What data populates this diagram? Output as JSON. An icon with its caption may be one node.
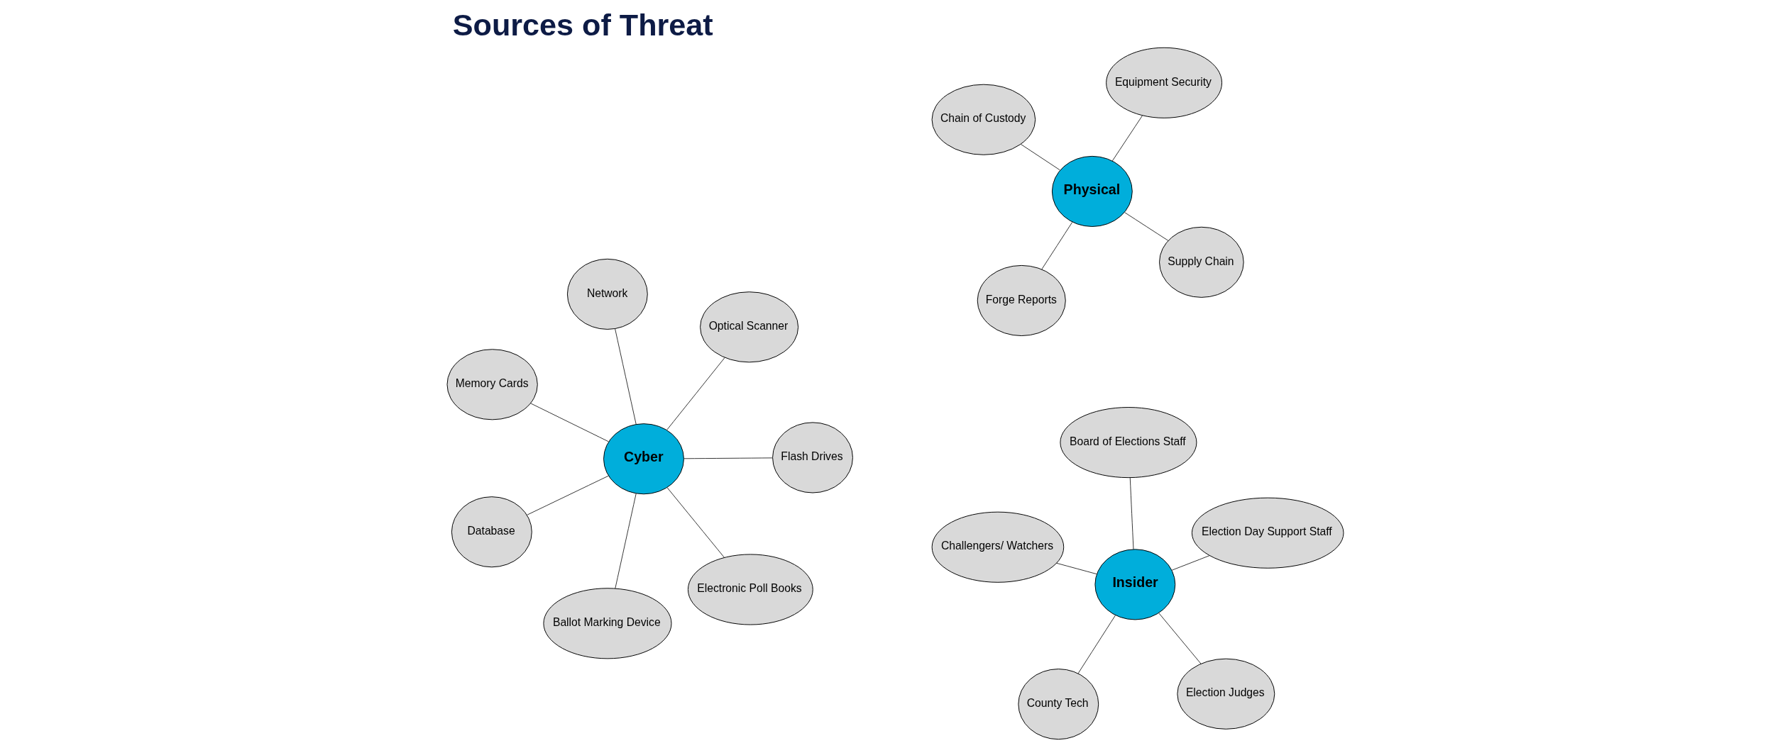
{
  "diagram": {
    "title": "Sources of Threat",
    "nodes": [
      {
        "text": [
          "Cyber"
        ]
      },
      {
        "text": [
          "Flash Drives"
        ]
      },
      {
        "text": [
          "Ballot Marking Device"
        ]
      },
      {
        "text": [
          "Memory Cards"
        ]
      },
      {
        "text": [
          "Optical Scanner"
        ]
      },
      {
        "text": [
          "Network"
        ]
      },
      {
        "text": [
          "Database"
        ]
      },
      {
        "text": [
          "Electronic Poll Books"
        ]
      },
      {
        "text": [
          "Physical"
        ]
      },
      {
        "text": [
          "Supply Chain"
        ]
      },
      {
        "text": [
          "Forge Reports"
        ]
      },
      {
        "text": [
          "Chain of Custody"
        ]
      },
      {
        "text": [
          "Equipment Security"
        ]
      },
      {
        "text": [
          "Insider"
        ]
      },
      {
        "text": [
          "Election Judges"
        ]
      },
      {
        "text": [
          "County Tech"
        ]
      },
      {
        "text": [
          "Challengers/ Watchers"
        ]
      },
      {
        "text": [
          "Election Day Support Staff"
        ]
      },
      {
        "text": [
          "Board of Elections Staff"
        ]
      }
    ],
    "edges": [
      {
        "from": 0,
        "to": 1,
        "arrow": "none"
      },
      {
        "from": 0,
        "to": 2,
        "arrow": "none"
      },
      {
        "from": 0,
        "to": 3,
        "arrow": "none"
      },
      {
        "from": 0,
        "to": 4,
        "arrow": "none"
      },
      {
        "from": 0,
        "to": 5,
        "arrow": "none"
      },
      {
        "from": 0,
        "to": 6,
        "arrow": "none"
      },
      {
        "from": 0,
        "to": 7,
        "arrow": "none"
      },
      {
        "from": 8,
        "to": 9,
        "arrow": "none"
      },
      {
        "from": 8,
        "to": 10,
        "arrow": "none"
      },
      {
        "from": 8,
        "to": 11,
        "arrow": "none"
      },
      {
        "from": 8,
        "to": 12,
        "arrow": "none"
      },
      {
        "from": 13,
        "to": 14,
        "arrow": "none"
      },
      {
        "from": 13,
        "to": 15,
        "arrow": "none"
      },
      {
        "from": 13,
        "to": 16,
        "arrow": "none"
      },
      {
        "from": 13,
        "to": 17,
        "arrow": "none"
      },
      {
        "from": 13,
        "to": 18,
        "arrow": "none"
      }
    ]
  }
}
